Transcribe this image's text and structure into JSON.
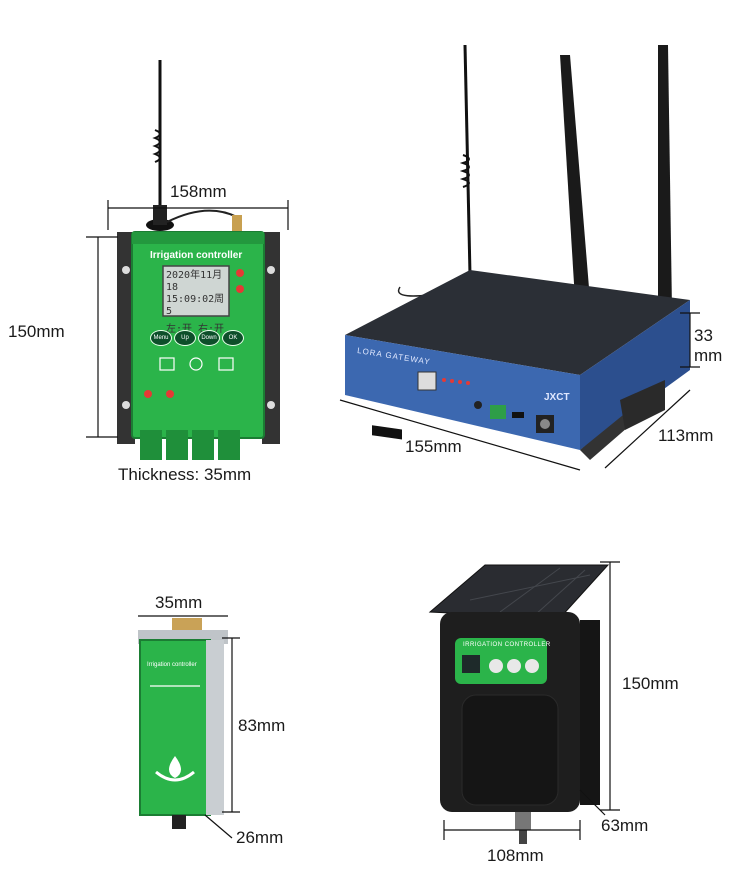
{
  "devices": {
    "controller": {
      "panel_title": "Irrigation controller",
      "lcd_lines": [
        "2020年11月18",
        "15:09:02周 5",
        "左:开 右:开"
      ],
      "buttons": [
        "Menu",
        "Up",
        "Down",
        "OK"
      ],
      "dim_width": "158mm",
      "dim_height": "150mm",
      "thickness": "Thickness: 35mm"
    },
    "gateway": {
      "panel_label": "LORA GATEWAY",
      "brand": "JXCT",
      "dim_width": "155mm",
      "dim_depth": "113mm",
      "dim_height_line1": "33",
      "dim_height_line2": "mm"
    },
    "slim_controller": {
      "panel_title": "Irrigation controller",
      "dim_width": "35mm",
      "dim_height": "83mm",
      "dim_depth": "26mm"
    },
    "solar_controller": {
      "panel_title": "IRRIGATION CONTROLLER",
      "dim_height": "150mm",
      "dim_depth": "63mm",
      "dim_width": "108mm"
    }
  },
  "colors": {
    "controller_green": "#2bb44a",
    "gateway_blue": "#3c68b0",
    "gateway_top": "#2b2f36",
    "solar_body": "#1e1e1e"
  }
}
